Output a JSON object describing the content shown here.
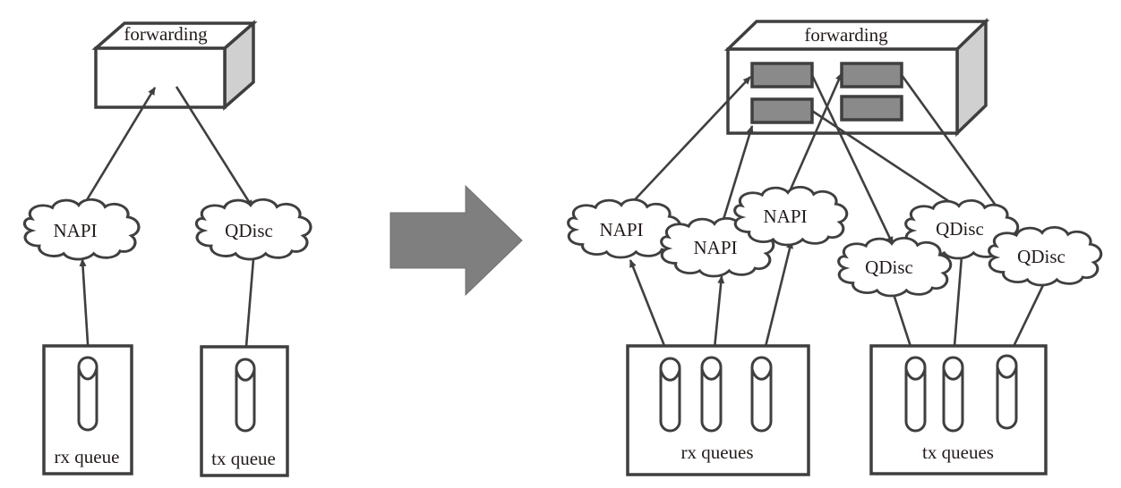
{
  "colors": {
    "line": "#3f3f3f",
    "big_arrow": "#7f7f7f",
    "inner_block": "#8a8a8a",
    "box_side": "#d0d0d0",
    "background": "#ffffff"
  },
  "left_panel": {
    "forwarding": {
      "label": "forwarding"
    },
    "napi": {
      "label": "NAPI"
    },
    "qdisc": {
      "label": "QDisc"
    },
    "rx_queue": {
      "label": "rx queue",
      "queue_count": 1
    },
    "tx_queue": {
      "label": "tx queue",
      "queue_count": 1
    }
  },
  "transition_arrow": {
    "icon": "right-arrow-icon"
  },
  "right_panel": {
    "forwarding": {
      "label": "forwarding",
      "inner_block_count": 4
    },
    "napi": [
      {
        "label": "NAPI"
      },
      {
        "label": "NAPI"
      },
      {
        "label": "NAPI"
      }
    ],
    "qdisc": [
      {
        "label": "QDisc"
      },
      {
        "label": "QDisc"
      },
      {
        "label": "QDisc"
      }
    ],
    "rx_queues": {
      "label": "rx queues",
      "queue_count": 3
    },
    "tx_queues": {
      "label": "tx queues",
      "queue_count": 3
    }
  }
}
